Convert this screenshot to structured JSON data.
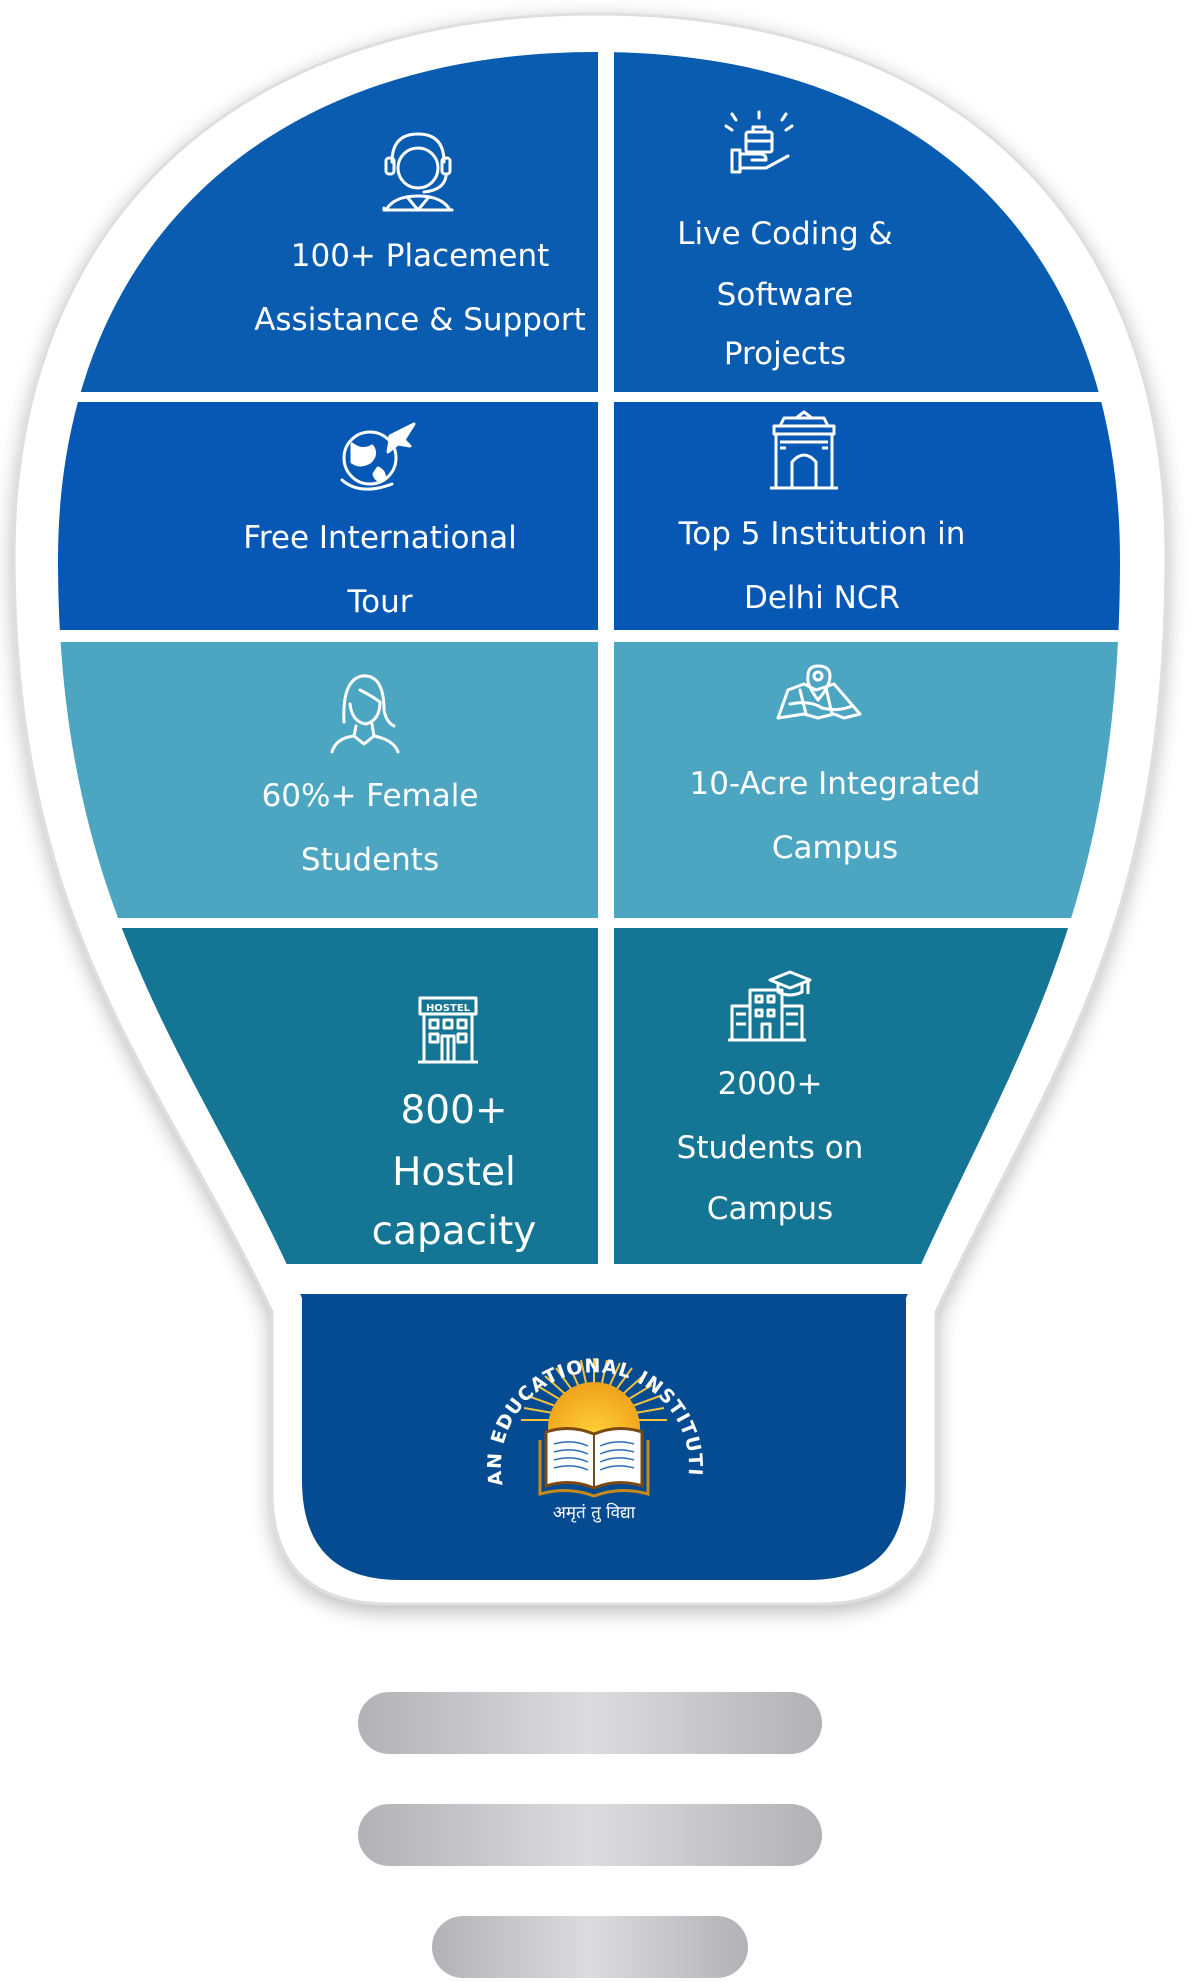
{
  "tiles": [
    {
      "name": "placement",
      "icon": "headset-support-icon",
      "lines": [
        "100+  Placement",
        "Assistance & Support"
      ]
    },
    {
      "name": "live-coding",
      "icon": "hand-briefcase-icon",
      "lines": [
        "Live Coding &",
        "Software",
        "Projects"
      ]
    },
    {
      "name": "international-tour",
      "icon": "globe-airplane-icon",
      "lines": [
        "Free International",
        "Tour"
      ]
    },
    {
      "name": "top-institution",
      "icon": "india-gate-icon",
      "lines": [
        "Top 5 Institution in",
        "Delhi NCR"
      ]
    },
    {
      "name": "female-students",
      "icon": "woman-icon",
      "lines": [
        "60%+ Female",
        "Students"
      ]
    },
    {
      "name": "campus-area",
      "icon": "map-pin-icon",
      "lines": [
        "10-Acre Integrated",
        "Campus"
      ]
    },
    {
      "name": "hostel",
      "icon": "hostel-building-icon",
      "lines": [
        "800+",
        "Hostel",
        "capacity"
      ]
    },
    {
      "name": "students-on-campus",
      "icon": "campus-building-icon",
      "lines": [
        "2000+",
        "Students on",
        "Campus"
      ]
    }
  ],
  "hostel_sign": "HOSTEL",
  "logo": {
    "arc_text": "ISHAN EDUCATIONAL INSTITUTIONS",
    "motto": "अमृतं तु विद्या"
  },
  "colors": {
    "dark_blue": "#0a5cb0",
    "light_blue": "#4ca6c2",
    "teal": "#147594",
    "navy": "#054b92",
    "metal": "#c9c9cc"
  }
}
